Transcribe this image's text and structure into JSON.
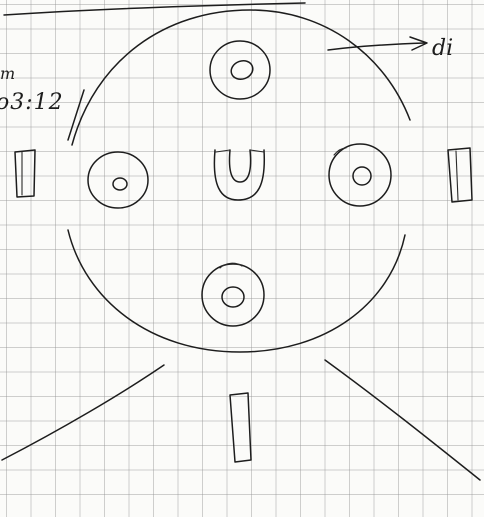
{
  "annotations": {
    "top_right": "di",
    "left_small": "m",
    "left_time": "o3:12"
  },
  "items": [
    {
      "kind": "ring",
      "id": "top"
    },
    {
      "kind": "ring",
      "id": "left"
    },
    {
      "kind": "u-shape",
      "id": "center"
    },
    {
      "kind": "ring",
      "id": "right"
    },
    {
      "kind": "ring",
      "id": "bottom"
    },
    {
      "kind": "bar",
      "id": "outer-left"
    },
    {
      "kind": "bar",
      "id": "outer-right"
    },
    {
      "kind": "bar",
      "id": "below"
    }
  ]
}
